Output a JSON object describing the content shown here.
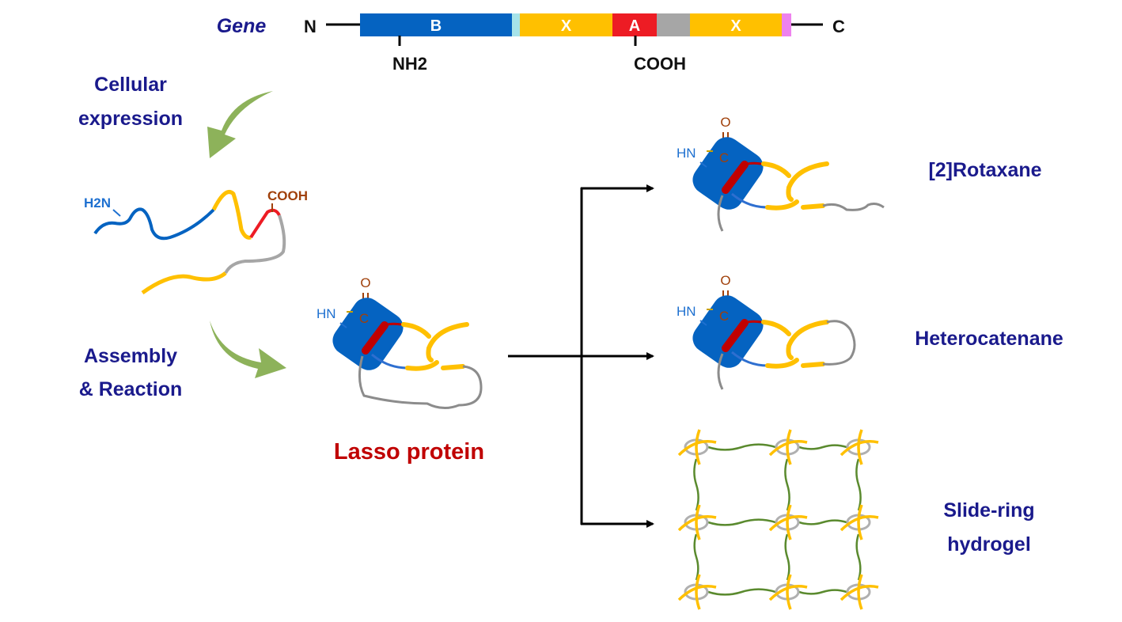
{
  "gene": {
    "label": "Gene",
    "n_term": "N",
    "c_term": "C",
    "nh2": "NH2",
    "cooh": "COOH",
    "segments": [
      {
        "label": "B",
        "color": "#0563C1"
      },
      {
        "label": "",
        "color": "#A6E3E9"
      },
      {
        "label": "X",
        "color": "#FFC000"
      },
      {
        "label": "A",
        "color": "#ED1C24"
      },
      {
        "label": "",
        "color": "#A6A6A6"
      },
      {
        "label": "X",
        "color": "#FFC000"
      },
      {
        "label": "",
        "color": "#EE82EE"
      }
    ]
  },
  "steps": {
    "expression_line1": "Cellular",
    "expression_line2": "expression",
    "assembly_line1": "Assembly",
    "assembly_line2": "& Reaction"
  },
  "chain": {
    "h2n": "H2N",
    "cooh": "COOH"
  },
  "chem": {
    "o": "O",
    "c": "C",
    "hn": "HN"
  },
  "lasso_label": "Lasso protein",
  "products": {
    "rotaxane": "[2]Rotaxane",
    "heterocatenane": "Heterocatenane",
    "hydrogel_line1": "Slide-ring",
    "hydrogel_line2": "hydrogel"
  }
}
